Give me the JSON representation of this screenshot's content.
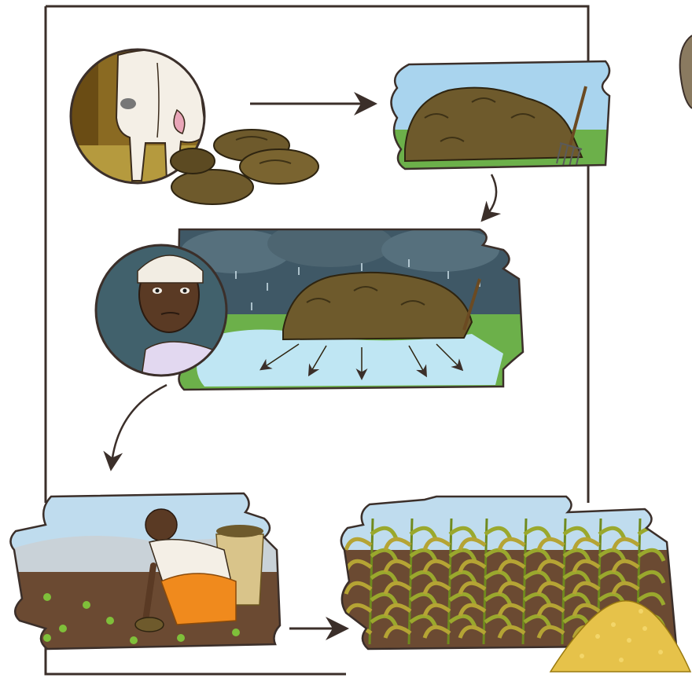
{
  "panels": [
    {
      "id": "cow-dung",
      "caption": ""
    },
    {
      "id": "dung-heap-sun",
      "caption": ""
    },
    {
      "id": "dung-heap-rain",
      "caption": ""
    },
    {
      "id": "worried-farmer",
      "caption": ""
    },
    {
      "id": "applying-manure",
      "caption": ""
    },
    {
      "id": "maize-harvest",
      "caption": ""
    }
  ],
  "colors": {
    "frame": "#3b2f2a",
    "arrow": "#3b2f2a",
    "sky_day": "#a9d4ee",
    "sky_storm": "#3f5866",
    "dung": "#6e5a2c",
    "dung_dark": "#3e3216",
    "grass": "#5aa33a",
    "water": "#bfe6f3",
    "soil": "#6b4a32",
    "maize_leaf": "#9aa82d",
    "maize_yellow": "#d8b23a",
    "grain": "#e6c24a",
    "skin": "#5a3a24",
    "orange_cloth": "#f08a1d",
    "headwrap": "#f2ede3"
  }
}
